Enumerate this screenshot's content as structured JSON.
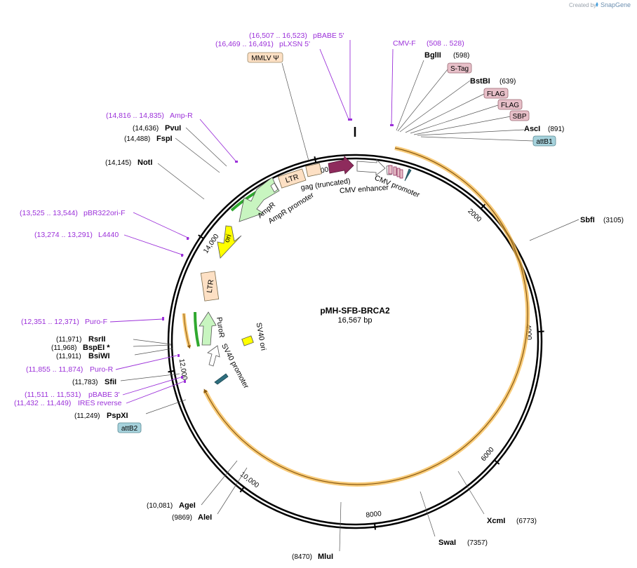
{
  "credit": {
    "prefix": "Created by",
    "brand": "SnapGene"
  },
  "plasmid": {
    "name": "pMH-SFB-BRCA2",
    "length": "16,567 bp"
  },
  "ticks": [
    "2000",
    "4000",
    "6000",
    "8000",
    "10,000",
    "12,000",
    "14,000",
    "16,000"
  ],
  "enzymes": [
    {
      "name": "BglII",
      "pos": "(598)"
    },
    {
      "name": "BstBI",
      "pos": "(639)"
    },
    {
      "name": "AscI",
      "pos": "(891)"
    },
    {
      "name": "SbfI",
      "pos": "(3105)"
    },
    {
      "name": "XcmI",
      "pos": "(6773)"
    },
    {
      "name": "SwaI",
      "pos": "(7357)"
    },
    {
      "name": "MluI",
      "pos": "(8470)"
    },
    {
      "name": "AgeI",
      "pos": "(10,081)"
    },
    {
      "name": "AleI",
      "pos": "(9869)"
    },
    {
      "name": "PspXI",
      "pos": "(11,249)"
    },
    {
      "name": "SfiI",
      "pos": "(11,783)"
    },
    {
      "name": "BsiWI",
      "pos": "(11,911)"
    },
    {
      "name": "BspEI *",
      "pos": "(11,968)"
    },
    {
      "name": "RsrII",
      "pos": "(11,971)"
    },
    {
      "name": "NotI",
      "pos": "(14,145)"
    },
    {
      "name": "FspI",
      "pos": "(14,488)"
    },
    {
      "name": "PvuI",
      "pos": "(14,636)"
    }
  ],
  "primers": [
    {
      "name": "pBABE 5'",
      "range": "(16,507 .. 16,523)"
    },
    {
      "name": "pLXSN 5'",
      "range": "(16,469 .. 16,491)"
    },
    {
      "name": "CMV-F",
      "range": "(508 .. 528)"
    },
    {
      "name": "Amp-R",
      "range": "(14,816 .. 14,835)"
    },
    {
      "name": "pBR322ori-F",
      "range": "(13,525 .. 13,544)"
    },
    {
      "name": "L4440",
      "range": "(13,274 .. 13,291)"
    },
    {
      "name": "Puro-F",
      "range": "(12,351 .. 12,371)"
    },
    {
      "name": "Puro-R",
      "range": "(11,855 .. 11,874)"
    },
    {
      "name": "pBABE 3'",
      "range": "(11,511 .. 11,531)"
    },
    {
      "name": "IRES reverse",
      "range": "(11,432 .. 11,449)"
    }
  ],
  "boxes": [
    {
      "label": "MMLV Ψ",
      "fill": "#fde0c4"
    },
    {
      "label": "S-Tag",
      "fill": "#e7bfc8"
    },
    {
      "label": "FLAG",
      "fill": "#e7bfc8"
    },
    {
      "label": "FLAG",
      "fill": "#e7bfc8"
    },
    {
      "label": "SBP",
      "fill": "#e7bfc8"
    },
    {
      "label": "attB1",
      "fill": "#a6d2dc"
    },
    {
      "label": "attB2",
      "fill": "#a6d2dc"
    }
  ],
  "features": {
    "ltr_top": "LTR",
    "ltr_mid": "LTR",
    "gag": "gag (truncated)",
    "cmv_enhancer": "CMV enhancer",
    "cmv_promoter": "CMV promoter",
    "ampr": "AmpR",
    "ampr_promoter": "AmpR promoter",
    "ori": "ori",
    "puror": "PuroR",
    "sv40_promoter": "SV40 promoter",
    "sv40_ori": "SV40 ori"
  },
  "colors": {
    "primer": "#9b30d9",
    "insert": "#f5b94c",
    "insert_core": "#8a5a12",
    "gag": "#8e2b5c",
    "ampr": "#c8f5c0",
    "ori": "#ffff00",
    "ltr": "#fde0c4",
    "tag": "#e7bfc8",
    "att": "#a6d2dc",
    "puror": "#c8f5c0",
    "green_arc": "#2fa82f"
  }
}
